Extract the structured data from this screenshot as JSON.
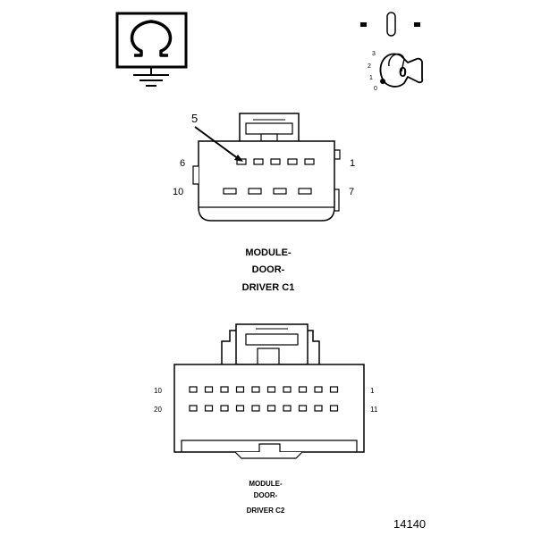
{
  "ohmmeter_symbol": "Ω",
  "ignition": {
    "off_marker": "0",
    "positions": [
      "3",
      "2",
      "1",
      "0"
    ]
  },
  "connector_c1": {
    "callout_pin": "5",
    "pin_labels": {
      "top_left": "6",
      "top_right": "1",
      "bottom_left": "10",
      "bottom_right": "7"
    },
    "title_lines": [
      "MODULE-",
      "DOOR-",
      "DRIVER C1"
    ]
  },
  "connector_c2": {
    "pin_labels": {
      "top_left": "10",
      "top_right": "1",
      "bottom_left": "20",
      "bottom_right": "11"
    },
    "title_lines": [
      "MODULE-",
      "DOOR-",
      "DRIVER C2"
    ]
  },
  "figure_id": "14140"
}
